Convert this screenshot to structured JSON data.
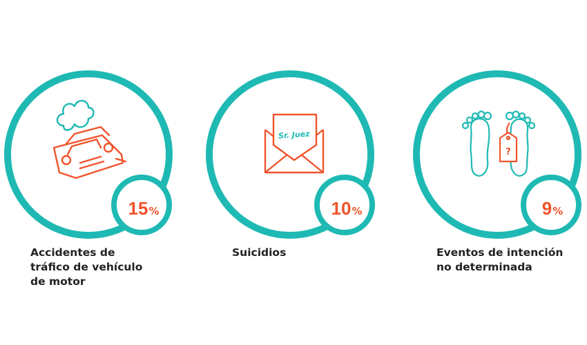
{
  "colors": {
    "teal": "#1fb9b4",
    "orange": "#f0532b",
    "text": "#222222",
    "background": "#ffffff"
  },
  "chart_data": {
    "type": "pie",
    "items": [
      {
        "label": "Accidentes de\ntráfico de vehículo\nde motor",
        "value": 15,
        "icon": "overturned-car-icon"
      },
      {
        "label": "Suicidios",
        "value": 10,
        "icon": "envelope-letter-icon"
      },
      {
        "label": "Eventos de intención\nno determinada",
        "value": 9,
        "icon": "feet-toe-tag-icon"
      }
    ],
    "value_suffix": "%",
    "envelope_text": "Sr. Juez",
    "tag_text": "?"
  }
}
